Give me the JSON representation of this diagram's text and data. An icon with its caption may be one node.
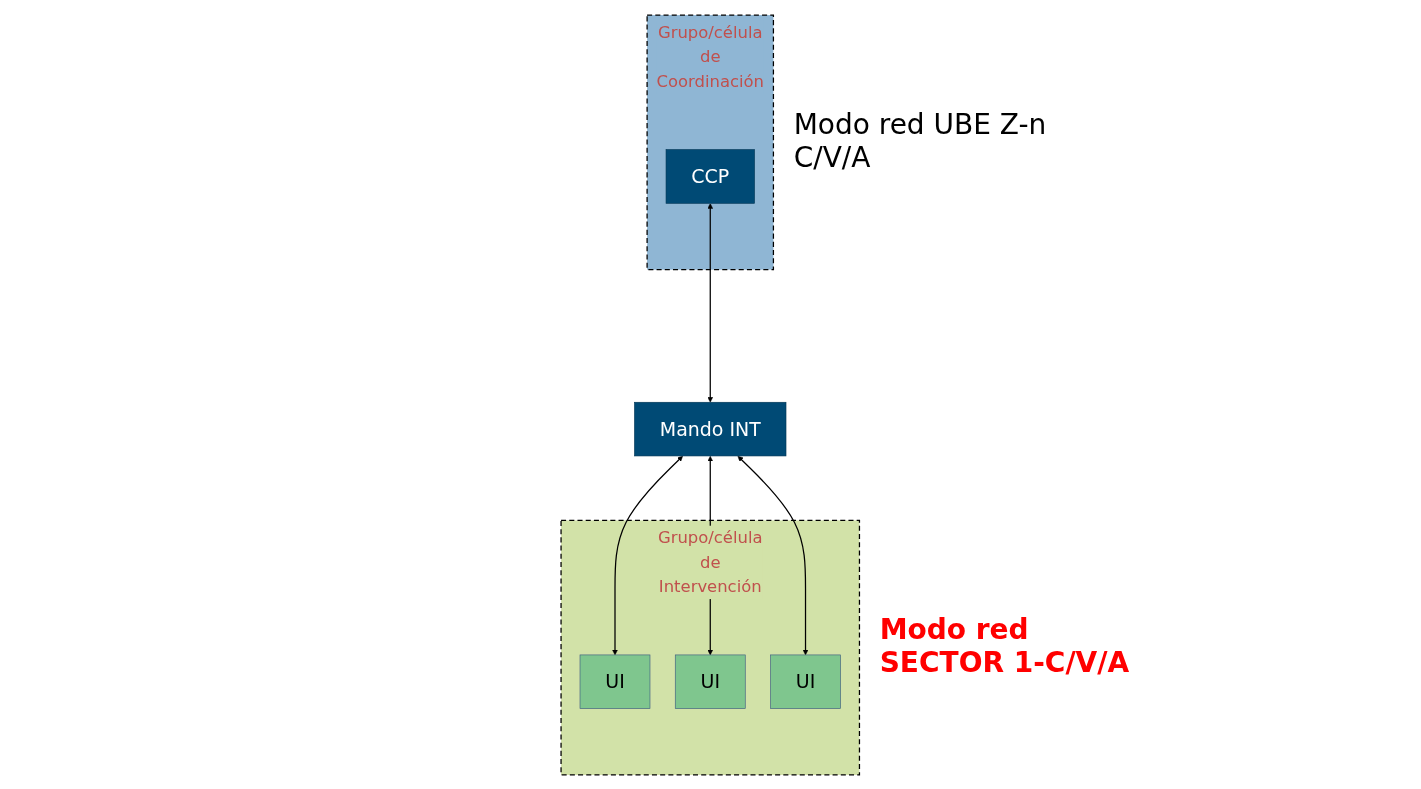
{
  "diagram": {
    "nodes": [
      {
        "text": [
          "Grupo/célula de Coordinación"
        ],
        "beside": [
          "Modo red UBE Z-n C/V/A"
        ]
      },
      {
        "text": [
          "CCP"
        ],
        "in": 0
      },
      {
        "text": [
          "Grupo/célula de Intervención"
        ],
        "beside": [
          "Modo red SECTOR 1-C/V/A"
        ]
      },
      {
        "text": [
          "Mando INT"
        ]
      },
      {
        "text": [
          "UI"
        ],
        "in": 2
      },
      {
        "text": [
          "UI"
        ],
        "in": 2
      },
      {
        "text": [
          "UI"
        ],
        "in": 2
      }
    ],
    "edges": [
      {
        "from": 1,
        "to": 3,
        "arrow": "both"
      },
      {
        "from": 3,
        "to": 4,
        "arrow": "both"
      },
      {
        "from": 3,
        "to": 6,
        "arrow": "both"
      },
      {
        "from": 3,
        "to": 5,
        "arrow": "both"
      }
    ]
  }
}
